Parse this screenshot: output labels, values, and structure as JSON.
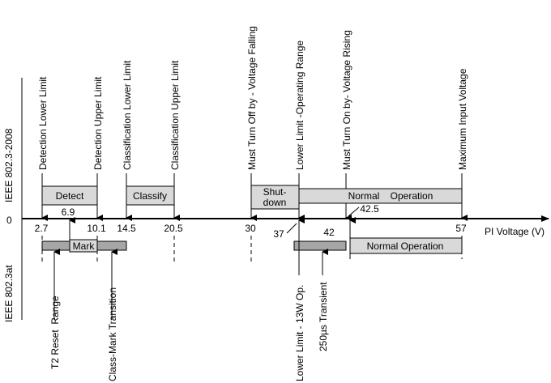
{
  "standards": {
    "upper": "IEEE 802.3-2008",
    "lower": "IEEE 802.3at"
  },
  "axis": {
    "zero_label": "0",
    "title": "PI Voltage (V)"
  },
  "upper_limits": {
    "detection_lower": "Detection Lower Limit",
    "detection_upper": "Detection Upper Limit",
    "classification_lower": "Classification Lower Limit",
    "classification_upper": "Classification Upper Limit",
    "must_turn_off": "Must Turn Off by - Voltage Falling",
    "lower_limit_operating": "Lower Limit -Operating Range",
    "must_turn_on": "Must Turn On by- Voltage Rising",
    "maximum_input": "Maximum Input Voltage"
  },
  "upper_regions": {
    "detect": "Detect",
    "classify": "Classify",
    "shutdown_line1": "Shut-",
    "shutdown_line2": "down",
    "normal_operation": "Normal    Operation"
  },
  "tick_values": {
    "v2_7": "2.7",
    "v6_9": "6.9",
    "v10_1": "10.1",
    "v14_5": "14.5",
    "v20_5": "20.5",
    "v30": "30",
    "v37": "37",
    "v42": "42",
    "v42_5": "42.5",
    "v57": "57"
  },
  "lower_regions": {
    "mark": "Mark",
    "normal_operation": "Normal Operation"
  },
  "lower_labels": {
    "t2_reset": "T2 Reset  Range",
    "class_mark": "Class-Mark Transition",
    "lower_limit_13w": "Lower Limit - 13W Op.",
    "transient": "250µs Transient"
  },
  "colors": {
    "light_box": "#d9d9d9",
    "dark_box": "#a6a6a6",
    "line": "#000000"
  }
}
